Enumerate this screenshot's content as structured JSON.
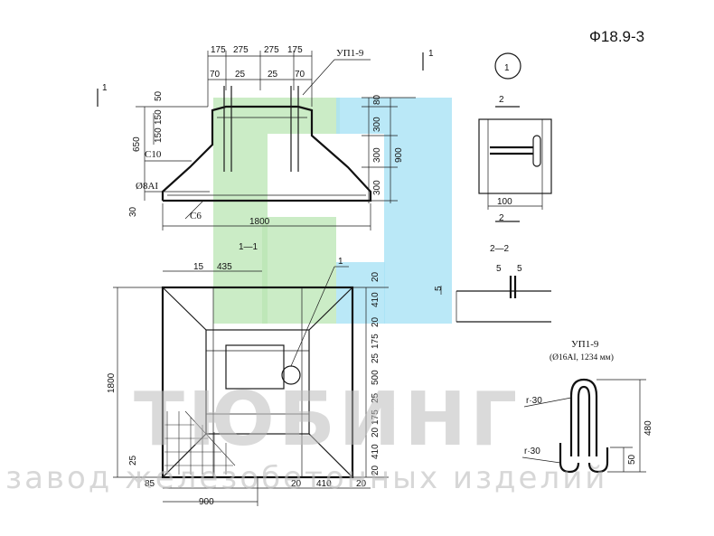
{
  "title": "Ф18.9-3",
  "watermark": {
    "brand": "ТЮБИНГ",
    "tagline": "завод железобетонных изделий",
    "logo_colors": {
      "green": "#b9e6b3",
      "blue": "#a9e2f5"
    }
  },
  "section_view": {
    "label": "1—1",
    "top_dims": [
      "175",
      "275",
      "275",
      "175"
    ],
    "sub_dims": [
      "70",
      "25",
      "25",
      "70"
    ],
    "mark_loop": "УП1-9",
    "left_dims": [
      "650",
      "50",
      "150",
      "150"
    ],
    "right_dims": [
      "80",
      "300",
      "300",
      "300",
      "900"
    ],
    "bottom_dims": [
      "30",
      "1800"
    ],
    "labels": {
      "concrete_top": "С10",
      "rebar": "Ø8АI",
      "concrete_bottom": "С6"
    },
    "cut_marker": "1"
  },
  "plan_view": {
    "top_dims": [
      "15",
      "435"
    ],
    "left_dim": "1800",
    "left_small": "25",
    "right_dims": [
      "20",
      "410",
      "20",
      "175",
      "25",
      "500",
      "25",
      "175",
      "20",
      "410",
      "20"
    ],
    "bottom_dims": [
      "85",
      "20",
      "410",
      "20"
    ],
    "bottom_total": "900",
    "callout": "1"
  },
  "detail_1": {
    "marker": "1",
    "cut_label": "2",
    "width_dim": "100",
    "section_label": "2—2",
    "dims": [
      "5",
      "5",
      "5"
    ]
  },
  "loop_detail": {
    "mark": "УП1-9",
    "spec": "(Ø16АI, 1234 мм)",
    "radius_top": "r·30",
    "radius_bottom": "r·30",
    "height": "480",
    "leg": "50"
  }
}
